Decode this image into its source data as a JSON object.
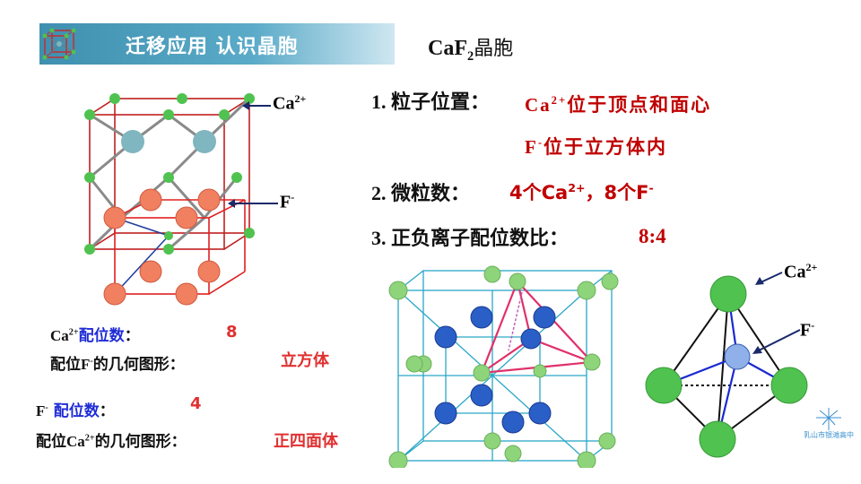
{
  "banner": {
    "title": "迁移应用 认识晶胞"
  },
  "cell_title": {
    "formula": "CaF",
    "sub": "2",
    "suffix": "晶胞"
  },
  "lines": {
    "l1_label": "1. 粒子位置：",
    "l1_value_a": "Ca",
    "l1_value_a_sup": "2+",
    "l1_value_a_rest": "位于顶点和面心",
    "l1_value_b": "F",
    "l1_value_b_sup": "-",
    "l1_value_b_rest": "位于立方体内",
    "l2_label": "2. 微粒数：",
    "l2_value_a": "4个Ca",
    "l2_value_a_sup": "2+",
    "l2_value_b": "，8个F",
    "l2_value_b_sup": "-",
    "l3_label": "3. 正负离子配位数比：",
    "l3_value": "8:4"
  },
  "labels": {
    "ca": "Ca",
    "ca_sup": "2+",
    "f": "F",
    "f_sup": "-"
  },
  "questions": {
    "q1_ion": "Ca",
    "q1_ion_sup": "2+",
    "q1_text": "配位数",
    "q1_colon": "：",
    "q1_answer": "8",
    "q2_text_a": "配位",
    "q2_ion": "F",
    "q2_ion_sup": "-",
    "q2_text_b": "的几何图形：",
    "q2_answer": "立方体",
    "q3_ion": "F",
    "q3_ion_sup": "-",
    "q3_text": " 配位数",
    "q3_colon": "：",
    "q3_answer": "4",
    "q4_text_a": "配位",
    "q4_ion": "Ca",
    "q4_ion_sup": "2+",
    "q4_text_b": "的几何图形：",
    "q4_answer": "正四面体"
  },
  "school": {
    "name": "乳山市银滩高中"
  },
  "colors": {
    "banner": "#4a9bbd",
    "red": "#c00000",
    "blue": "#1f2cd6",
    "green_ball": "#4fc24f",
    "orange_ball": "#f08060"
  },
  "icons": {
    "logo": "crystal-lattice-icon",
    "school": "dandelion-logo-icon",
    "arrow": "arrow-left-icon"
  }
}
